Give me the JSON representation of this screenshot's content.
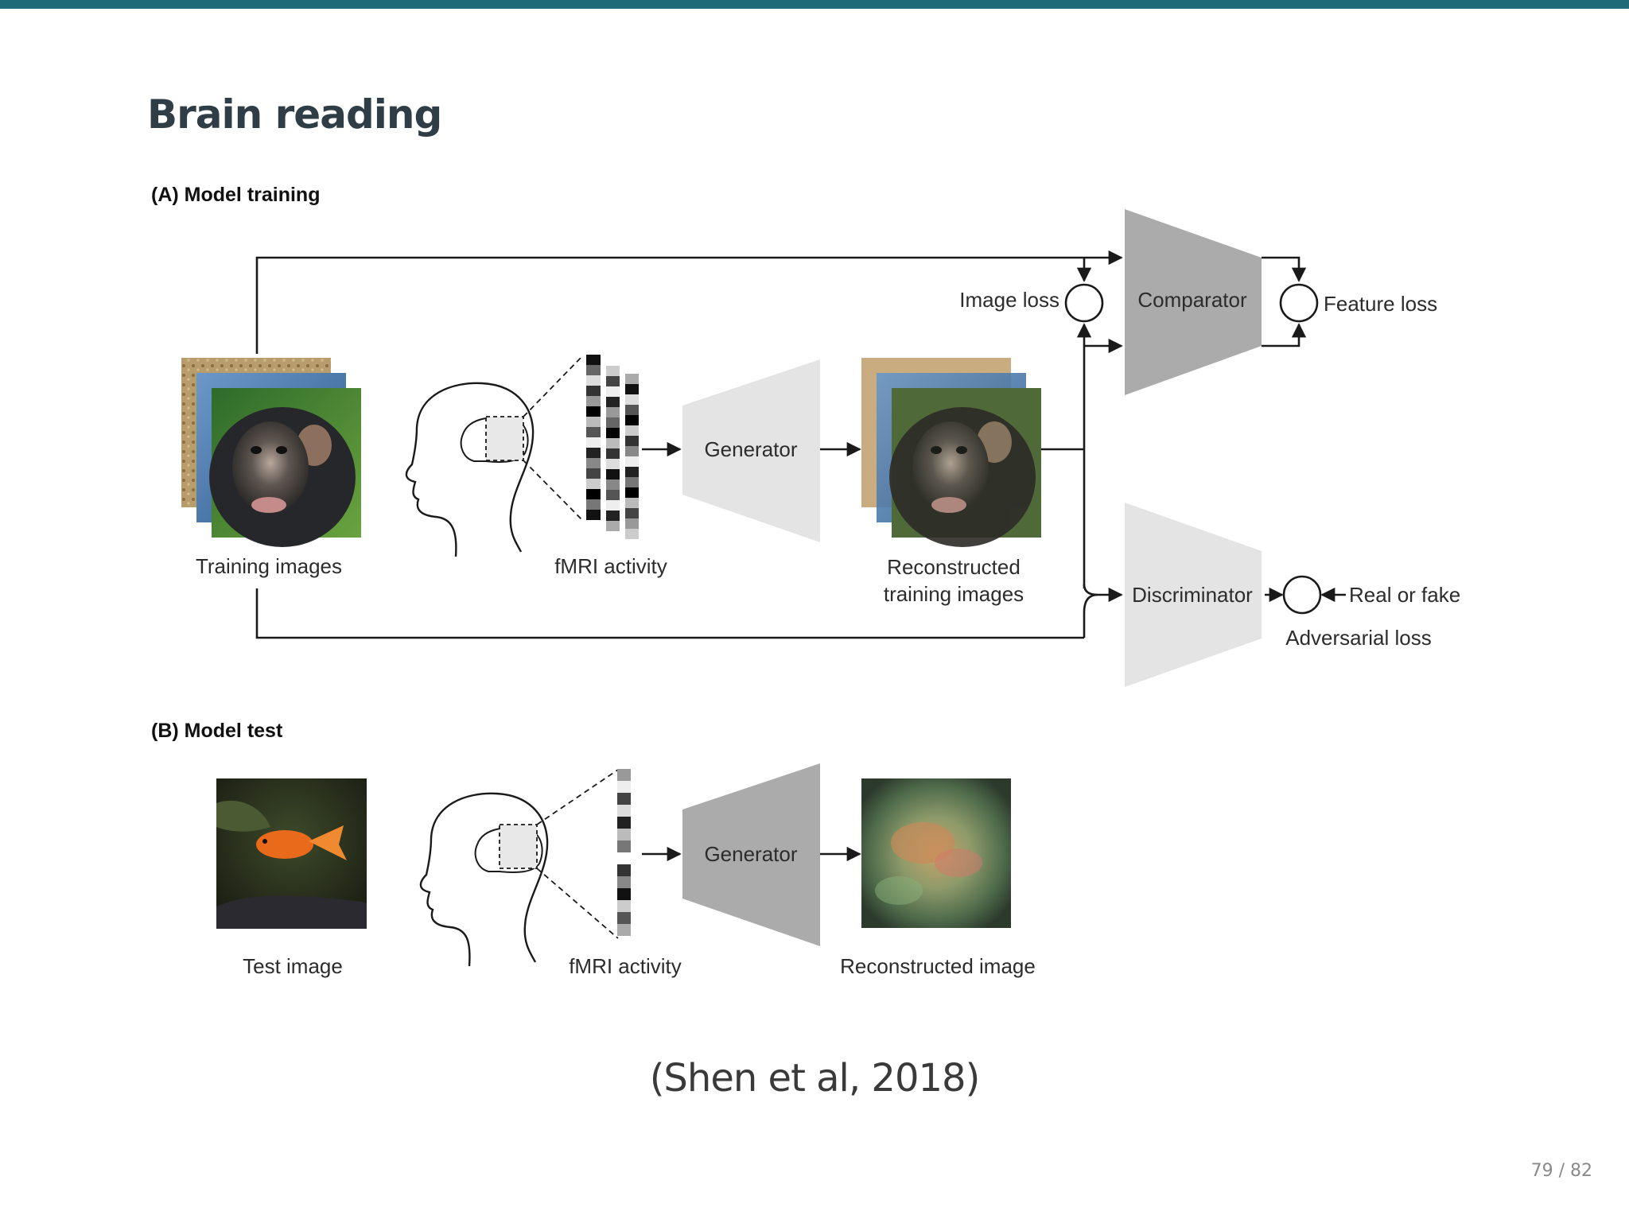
{
  "slide": {
    "title": "Brain reading",
    "citation": "(Shen et al, 2018)",
    "page_number": "79 / 82",
    "accent_color": "#1f6a78",
    "title_color": "#2f3e46",
    "text_color": "#3a3a3a",
    "page_number_color": "#8a8a8a"
  },
  "figure": {
    "section_a": {
      "heading": "(A) Model training",
      "training_images_label": "Training images",
      "fmri_label": "fMRI activity",
      "generator_label": "Generator",
      "reconstructed_label_line1": "Reconstructed",
      "reconstructed_label_line2": "training images",
      "comparator_label": "Comparator",
      "discriminator_label": "Discriminator",
      "image_loss_label": "Image loss",
      "feature_loss_label": "Feature loss",
      "real_or_fake_label": "Real or fake",
      "adversarial_loss_label": "Adversarial loss"
    },
    "section_b": {
      "heading": "(B) Model test",
      "test_image_label": "Test image",
      "fmri_label": "fMRI activity",
      "generator_label": "Generator",
      "reconstructed_label": "Reconstructed image"
    },
    "colors": {
      "dark_trapezoid": "#ababab",
      "light_trapezoid": "#e4e4e4",
      "line": "#1a1a1a"
    }
  }
}
